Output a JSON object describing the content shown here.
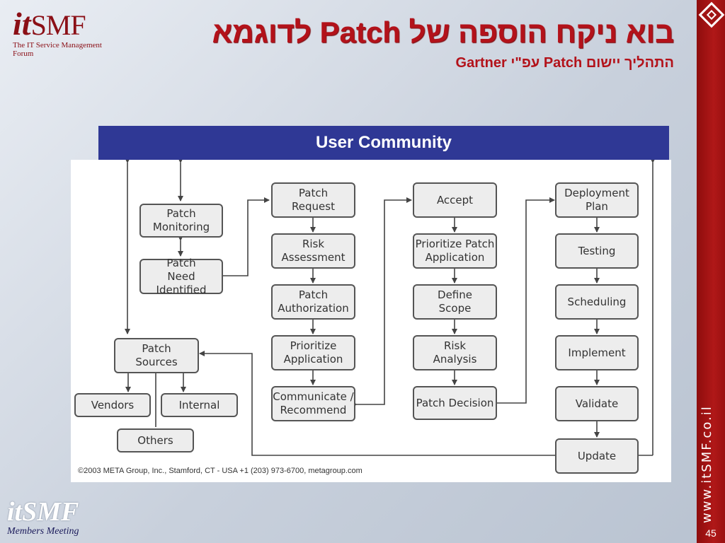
{
  "logo_top": {
    "brand_it": "it",
    "brand_smf": "SMF",
    "tagline": "The IT Service Management Forum"
  },
  "title": "בוא ניקח הוספה של Patch לדוגמא",
  "subtitle": "התהליך יישום Patch עפ\"י Gartner",
  "community_label": "User Community",
  "boxes": {
    "patch_monitoring": "Patch\nMonitoring",
    "patch_need_identified": "Patch\nNeed Identified",
    "patch_sources": "Patch\nSources",
    "vendors": "Vendors",
    "internal": "Internal",
    "others": "Others",
    "patch_request": "Patch\nRequest",
    "risk_assessment": "Risk\nAssessment",
    "patch_authorization": "Patch\nAuthorization",
    "prioritize_application": "Prioritize\nApplication",
    "communicate_recommend": "Communicate /\nRecommend",
    "accept": "Accept",
    "prioritize_patch_application": "Prioritize Patch\nApplication",
    "define_scope": "Define\nScope",
    "risk_analysis": "Risk\nAnalysis",
    "patch_decision": "Patch Decision",
    "deployment_plan": "Deployment\nPlan",
    "testing": "Testing",
    "scheduling": "Scheduling",
    "implement": "Implement",
    "validate": "Validate",
    "update": "Update"
  },
  "copyright": "©2003 META Group, Inc., Stamford, CT - USA  +1 (203) 973-6700, metagroup.com",
  "logo_bottom": {
    "brand": "itSMF",
    "tagline": "Members Meeting"
  },
  "side_url": "www.itSMF.co.il",
  "page_number": "45",
  "colors": {
    "accent_red": "#b3121a",
    "sidebar_red": "#a01414",
    "community_blue": "#2f3895"
  }
}
